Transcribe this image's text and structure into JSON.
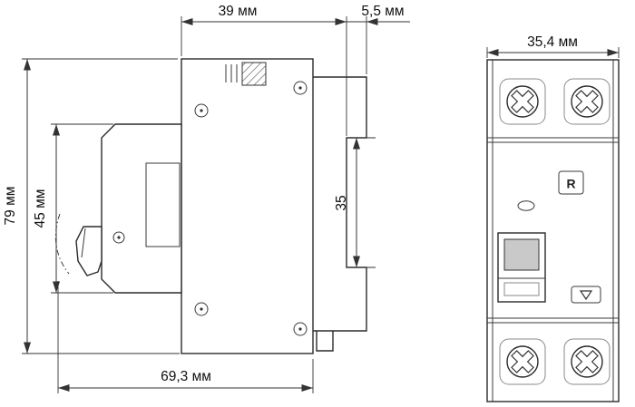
{
  "drawing_title": "circuit-breaker-dimension-drawing",
  "side_view": {
    "dims": {
      "top_width": "39 мм",
      "rail_depth": "5,5 мм",
      "total_height": "79 мм",
      "front_height": "45 мм",
      "rail_window_height": "35",
      "total_depth": "69,3 мм"
    }
  },
  "front_view": {
    "dims": {
      "width": "35,4 мм"
    },
    "reset_label": "R"
  },
  "colors": {
    "line": "#2b2b2b",
    "dim_text": "#111111",
    "handle_fill": "#c9c9c9",
    "background": "#ffffff"
  }
}
